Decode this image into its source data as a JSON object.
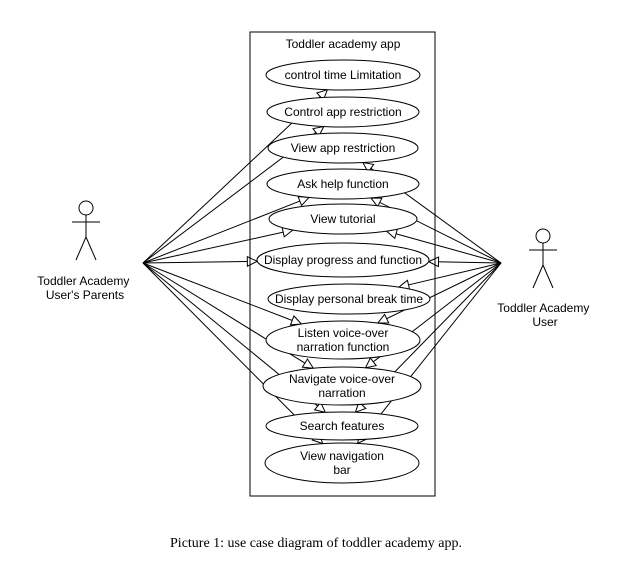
{
  "system": {
    "title": "Toddler academy app"
  },
  "actors": {
    "parents": {
      "label_lines": [
        "Toddler Academy",
        "User's Parents"
      ]
    },
    "user": {
      "label_lines": [
        "Toddler Academy",
        "User"
      ]
    }
  },
  "use_cases": [
    {
      "id": "control-time-limitation",
      "lines": [
        "control time Limitation"
      ]
    },
    {
      "id": "control-app-restriction",
      "lines": [
        "Control app restriction"
      ]
    },
    {
      "id": "view-app-restriction",
      "lines": [
        "View app restriction"
      ]
    },
    {
      "id": "ask-help-function",
      "lines": [
        "Ask help function"
      ]
    },
    {
      "id": "view-tutorial",
      "lines": [
        "View tutorial"
      ]
    },
    {
      "id": "display-progress-and-function",
      "lines": [
        "Display progress and function"
      ]
    },
    {
      "id": "display-personal-break-time",
      "lines": [
        "Display personal break time"
      ]
    },
    {
      "id": "listen-voice-over-narration-function",
      "lines": [
        "Listen voice-over",
        "narration function"
      ]
    },
    {
      "id": "navigate-voice-over-narration",
      "lines": [
        "Navigate voice-over",
        "narration"
      ]
    },
    {
      "id": "search-features",
      "lines": [
        "Search features"
      ]
    },
    {
      "id": "view-navigation-bar",
      "lines": [
        "View navigation",
        "bar"
      ]
    }
  ],
  "associations": {
    "parents": [
      "control-time-limitation",
      "control-app-restriction",
      "ask-help-function",
      "view-tutorial",
      "display-progress-and-function",
      "listen-voice-over-narration-function",
      "navigate-voice-over-narration",
      "search-features",
      "view-navigation-bar"
    ],
    "user": [
      "view-app-restriction",
      "ask-help-function",
      "view-tutorial",
      "display-progress-and-function",
      "display-personal-break-time",
      "listen-voice-over-narration-function",
      "navigate-voice-over-narration",
      "search-features",
      "view-navigation-bar"
    ]
  },
  "caption": "Picture 1: use case diagram of toddler academy app."
}
